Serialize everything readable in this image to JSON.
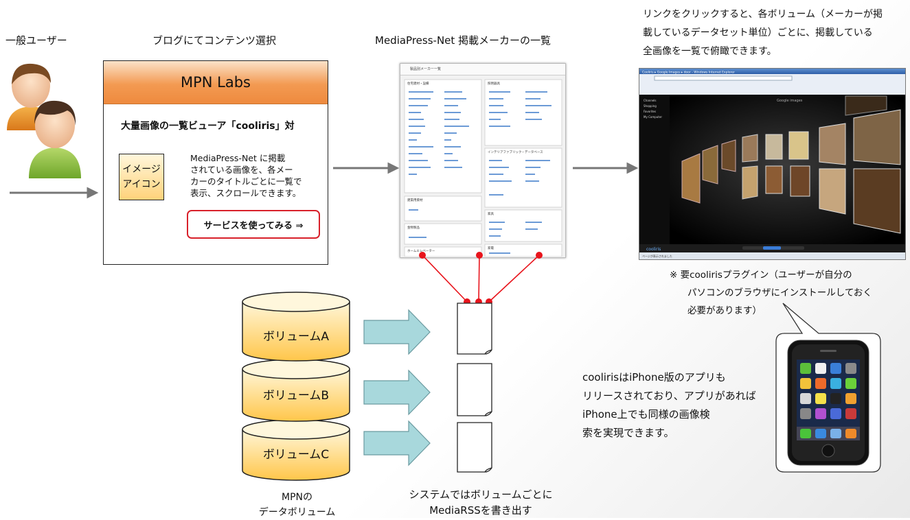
{
  "header": {
    "user_label": "一般ユーザー",
    "blog_label": "ブログにてコンテンツ選択",
    "list_label": "MediaPress-Net 掲載メーカーの一覧",
    "viewer_caption": [
      "リンクをクリックすると、各ボリューム（メーカーが掲",
      "載しているデータセット単位）ごとに、掲載している",
      "全画像を一覧で俯瞰できます。"
    ]
  },
  "labs": {
    "title": "MPN Labs",
    "subtitle": "大量画像の一覧ビューア「cooliris」対",
    "icon_line1": "イメージ",
    "icon_line2": "アイコン",
    "desc": [
      "MediaPress-Net に掲載",
      "されている画像を、各メー",
      "カーのタイトルごとに一覧で",
      "表示、スクロールできます。"
    ],
    "button_label": "サービスを使ってみる ⇒"
  },
  "maker_list": {
    "heading": "製品別メーカー一覧",
    "categories": [
      "住宅建材・設備",
      "照明器具",
      "インテリアファブリック・データベース",
      "建築用資材",
      "家具",
      "金物製品",
      "家電",
      "ホームエレベーター"
    ]
  },
  "viewer": {
    "window_title": "Cooliris ▸ Google Images ▸ door - Windows Internet Explorer",
    "sidebar": [
      "Channels",
      "Shopping",
      "Favorites",
      "My Computer"
    ],
    "search_label": "Google images",
    "brand": "cooliris",
    "status": "ページが表示されました"
  },
  "plugin_note": [
    "※ 要coolirisプラグイン（ユーザーが自分の",
    "パソコンのブラウザにインストールしておく",
    "必要があります）"
  ],
  "iphone_note": [
    "coolirisはiPhone版のアプリも",
    "リリースされており、アプリがあれば",
    "iPhone上でも同様の画像検",
    "索を実現できます。"
  ],
  "volumes": {
    "items": [
      "ボリュームA",
      "ボリュームB",
      "ボリュームC"
    ],
    "label": [
      "MPNの",
      "データボリューム"
    ]
  },
  "rss_label": [
    "システムではボリュームごとに",
    "MediaRSSを書き出す"
  ],
  "colors": {
    "accent_orange": "#f39a52",
    "cylinder_top": "#fff6d8",
    "cylinder_bottom": "#ffc64a",
    "arrow_fill": "#a8d8dc",
    "connector_red": "#e8141c",
    "button_border": "#d8202a"
  }
}
